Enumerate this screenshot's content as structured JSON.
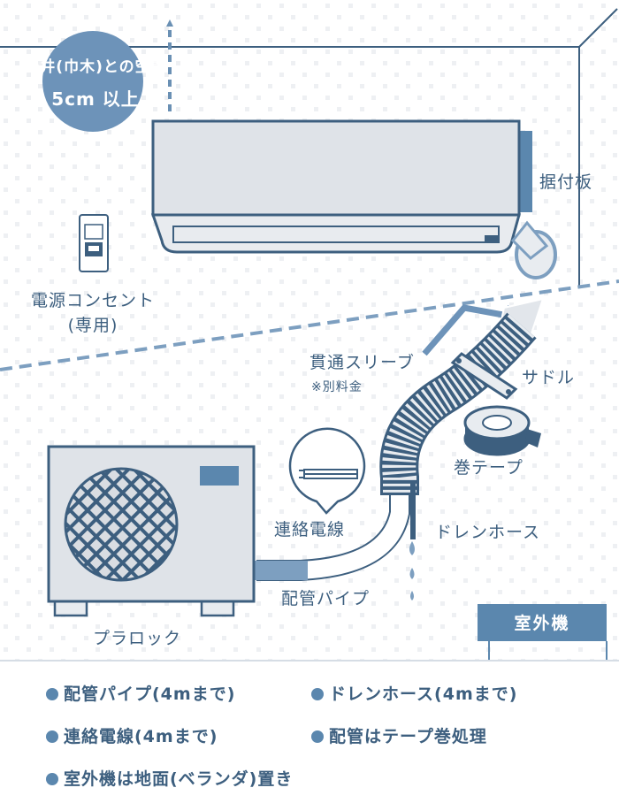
{
  "labels": {
    "ceiling_clearance_line1": "天井(巾木)との空間",
    "ceiling_clearance_line2": "5cm 以上",
    "mounting_plate": "据付板",
    "outlet_line1": "電源コンセント",
    "outlet_line2": "(専用)",
    "sleeve": "貫通スリーブ",
    "sleeve_note": "※別料金",
    "saddle": "サドル",
    "tape": "巻テープ",
    "wire": "連絡電線",
    "drain": "ドレンホース",
    "pipe": "配管パイプ",
    "block": "プラロック",
    "outdoor_badge": "室外機"
  },
  "notes": [
    "配管パイプ(4mまで)",
    "ドレンホース(4mまで)",
    "連絡電線(4mまで)",
    "配管はテープ巻処理",
    "室外機は地面(ベランダ)置き"
  ],
  "colors": {
    "outline": "#3d5f7f",
    "accent": "#5b87ae",
    "light_fill": "#dfe3e8",
    "pipe_fill": "#e8ecf0"
  }
}
